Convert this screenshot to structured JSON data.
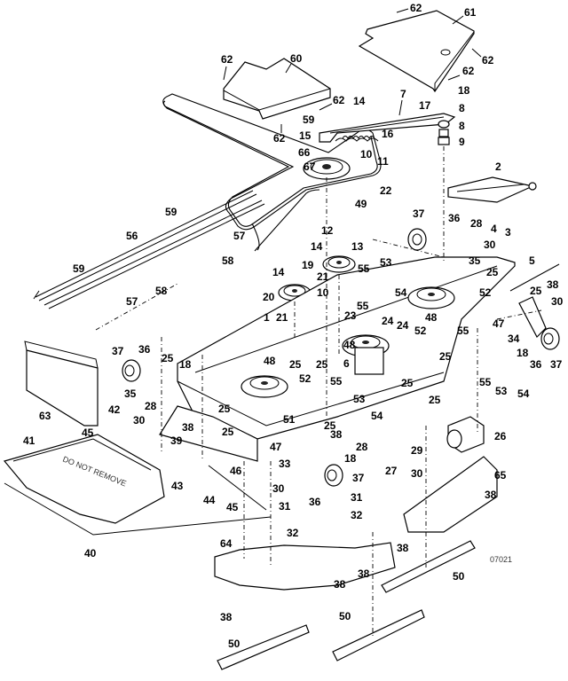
{
  "diagram": {
    "title": "Mower deck exploded parts diagram",
    "figure_code": "07021",
    "decal_text": "DO NOT REMOVE",
    "callouts": [
      {
        "id": "c62a",
        "label": "62"
      },
      {
        "id": "c61",
        "label": "61"
      },
      {
        "id": "c62b",
        "label": "62"
      },
      {
        "id": "c62c",
        "label": "62"
      },
      {
        "id": "c60",
        "label": "60"
      },
      {
        "id": "c62d",
        "label": "62"
      },
      {
        "id": "c62e",
        "label": "62"
      },
      {
        "id": "c62f",
        "label": "62"
      },
      {
        "id": "c14a",
        "label": "14"
      },
      {
        "id": "c7",
        "label": "7"
      },
      {
        "id": "c18a",
        "label": "18"
      },
      {
        "id": "c17",
        "label": "17"
      },
      {
        "id": "c8a",
        "label": "8"
      },
      {
        "id": "c8b",
        "label": "8"
      },
      {
        "id": "c9",
        "label": "9"
      },
      {
        "id": "c59a",
        "label": "59"
      },
      {
        "id": "c15",
        "label": "15"
      },
      {
        "id": "c16",
        "label": "16"
      },
      {
        "id": "c66",
        "label": "66"
      },
      {
        "id": "c10a",
        "label": "10"
      },
      {
        "id": "c67",
        "label": "67"
      },
      {
        "id": "c11",
        "label": "11"
      },
      {
        "id": "c22",
        "label": "22"
      },
      {
        "id": "c2",
        "label": "2"
      },
      {
        "id": "c49",
        "label": "49"
      },
      {
        "id": "c59b",
        "label": "59"
      },
      {
        "id": "c56",
        "label": "56"
      },
      {
        "id": "c57a",
        "label": "57"
      },
      {
        "id": "c58a",
        "label": "58"
      },
      {
        "id": "c59c",
        "label": "59"
      },
      {
        "id": "c58b",
        "label": "58"
      },
      {
        "id": "c57b",
        "label": "57"
      },
      {
        "id": "c12",
        "label": "12"
      },
      {
        "id": "c13",
        "label": "13"
      },
      {
        "id": "c14b",
        "label": "14"
      },
      {
        "id": "c19",
        "label": "19"
      },
      {
        "id": "c37a",
        "label": "37"
      },
      {
        "id": "c36a",
        "label": "36"
      },
      {
        "id": "c28a",
        "label": "28"
      },
      {
        "id": "c30a",
        "label": "30"
      },
      {
        "id": "c4",
        "label": "4"
      },
      {
        "id": "c3",
        "label": "3"
      },
      {
        "id": "c35a",
        "label": "35"
      },
      {
        "id": "c5",
        "label": "5"
      },
      {
        "id": "c14c",
        "label": "14"
      },
      {
        "id": "c20",
        "label": "20"
      },
      {
        "id": "c21a",
        "label": "21"
      },
      {
        "id": "c10b",
        "label": "10"
      },
      {
        "id": "c21b",
        "label": "21"
      },
      {
        "id": "c55a",
        "label": "55"
      },
      {
        "id": "c53a",
        "label": "53"
      },
      {
        "id": "c55b",
        "label": "55"
      },
      {
        "id": "c54a",
        "label": "54"
      },
      {
        "id": "c48a",
        "label": "48"
      },
      {
        "id": "c25a",
        "label": "25"
      },
      {
        "id": "c52a",
        "label": "52"
      },
      {
        "id": "c25b",
        "label": "25"
      },
      {
        "id": "c38a",
        "label": "38"
      },
      {
        "id": "c30b",
        "label": "30"
      },
      {
        "id": "c1",
        "label": "1"
      },
      {
        "id": "c23",
        "label": "23"
      },
      {
        "id": "c24a",
        "label": "24"
      },
      {
        "id": "c24b",
        "label": "24"
      },
      {
        "id": "c52b",
        "label": "52"
      },
      {
        "id": "c55c",
        "label": "55"
      },
      {
        "id": "c47a",
        "label": "47"
      },
      {
        "id": "c34",
        "label": "34"
      },
      {
        "id": "c18b",
        "label": "18"
      },
      {
        "id": "c36b",
        "label": "36"
      },
      {
        "id": "c37b",
        "label": "37"
      },
      {
        "id": "c48b",
        "label": "48"
      },
      {
        "id": "c25c",
        "label": "25"
      },
      {
        "id": "c37c",
        "label": "37"
      },
      {
        "id": "c36c",
        "label": "36"
      },
      {
        "id": "c25d",
        "label": "25"
      },
      {
        "id": "c18c",
        "label": "18"
      },
      {
        "id": "c35b",
        "label": "35"
      },
      {
        "id": "c48c",
        "label": "48"
      },
      {
        "id": "c25e",
        "label": "25"
      },
      {
        "id": "c25f",
        "label": "25"
      },
      {
        "id": "c6",
        "label": "6"
      },
      {
        "id": "c52c",
        "label": "52"
      },
      {
        "id": "c55d",
        "label": "55"
      },
      {
        "id": "c53b",
        "label": "53"
      },
      {
        "id": "c25g",
        "label": "25"
      },
      {
        "id": "c55e",
        "label": "55"
      },
      {
        "id": "c53c",
        "label": "53"
      },
      {
        "id": "c54b",
        "label": "54"
      },
      {
        "id": "c54c",
        "label": "54"
      },
      {
        "id": "c25h",
        "label": "25"
      },
      {
        "id": "c28b",
        "label": "28"
      },
      {
        "id": "c38b",
        "label": "38"
      },
      {
        "id": "c25i",
        "label": "25"
      },
      {
        "id": "c25j",
        "label": "25"
      },
      {
        "id": "c51",
        "label": "51"
      },
      {
        "id": "c63",
        "label": "63"
      },
      {
        "id": "c42",
        "label": "42"
      },
      {
        "id": "c45a",
        "label": "45"
      },
      {
        "id": "c30c",
        "label": "30"
      },
      {
        "id": "c39",
        "label": "39"
      },
      {
        "id": "c41",
        "label": "41"
      },
      {
        "id": "c43",
        "label": "43"
      },
      {
        "id": "c46",
        "label": "46"
      },
      {
        "id": "c44",
        "label": "44"
      },
      {
        "id": "c45b",
        "label": "45"
      },
      {
        "id": "c47b",
        "label": "47"
      },
      {
        "id": "c25k",
        "label": "25"
      },
      {
        "id": "c38c",
        "label": "38"
      },
      {
        "id": "c18d",
        "label": "18"
      },
      {
        "id": "c28c",
        "label": "28"
      },
      {
        "id": "c33",
        "label": "33"
      },
      {
        "id": "c37d",
        "label": "37"
      },
      {
        "id": "c30d",
        "label": "30"
      },
      {
        "id": "c29",
        "label": "29"
      },
      {
        "id": "c26",
        "label": "26"
      },
      {
        "id": "c27",
        "label": "27"
      },
      {
        "id": "c30e",
        "label": "30"
      },
      {
        "id": "c31a",
        "label": "31"
      },
      {
        "id": "c31b",
        "label": "31"
      },
      {
        "id": "c36d",
        "label": "36"
      },
      {
        "id": "c32a",
        "label": "32"
      },
      {
        "id": "c32b",
        "label": "32"
      },
      {
        "id": "c65",
        "label": "65"
      },
      {
        "id": "c40",
        "label": "40"
      },
      {
        "id": "c38d",
        "label": "38"
      },
      {
        "id": "c64",
        "label": "64"
      },
      {
        "id": "c38e",
        "label": "38"
      },
      {
        "id": "c38f",
        "label": "38"
      },
      {
        "id": "c50a",
        "label": "50"
      },
      {
        "id": "c38g",
        "label": "38"
      },
      {
        "id": "c50b",
        "label": "50"
      },
      {
        "id": "c50c",
        "label": "50"
      }
    ]
  }
}
